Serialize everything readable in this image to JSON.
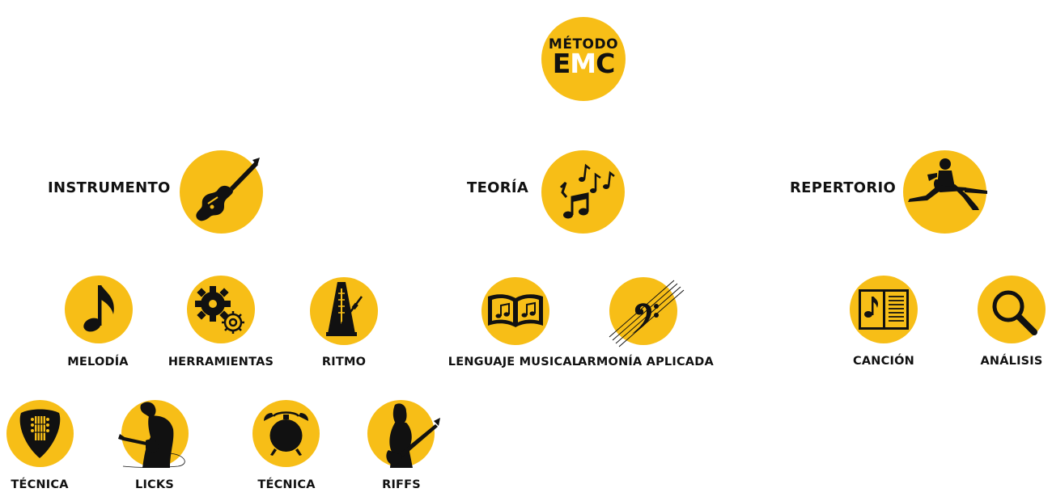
{
  "logo": {
    "line1": "MÉTODO",
    "e": "E",
    "m": "M",
    "c": "C"
  },
  "colors": {
    "circle": "#F7BE17",
    "ink": "#111111",
    "highlight": "#ffffff"
  },
  "categories": [
    {
      "label": "INSTRUMENTO",
      "icon": "electric-guitar-icon"
    },
    {
      "label": "TEORÍA",
      "icon": "music-notes-icon"
    },
    {
      "label": "REPERTORIO",
      "icon": "jumping-guitarist-icon"
    }
  ],
  "subtopics": [
    {
      "label": "MELODÍA",
      "icon": "eighth-note-icon"
    },
    {
      "label": "HERRAMIENTAS",
      "icon": "gears-icon"
    },
    {
      "label": "RITMO",
      "icon": "metronome-icon"
    },
    {
      "label": "LENGUAJE MUSICAL",
      "icon": "music-book-icon"
    },
    {
      "label": "ARMONÍA APLICADA",
      "icon": "bass-clef-icon"
    },
    {
      "label": "CANCIÓN",
      "icon": "sheet-music-icon"
    },
    {
      "label": "ANÁLISIS",
      "icon": "magnifier-icon"
    }
  ],
  "leaves": [
    {
      "label": "TÉCNICA",
      "icon": "guitar-pick-icon"
    },
    {
      "label": "LICKS",
      "icon": "guitarist-silhouette-icon"
    },
    {
      "label": "TÉCNICA",
      "icon": "alarm-clock-icon"
    },
    {
      "label": "RIFFS",
      "icon": "female-guitarist-icon"
    }
  ]
}
